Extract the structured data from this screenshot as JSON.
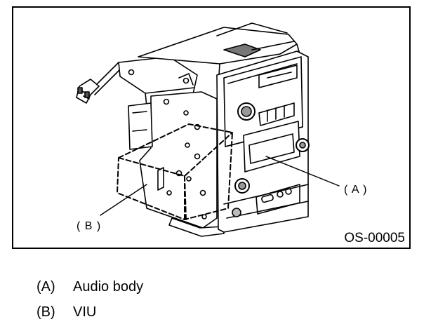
{
  "figure": {
    "callout_a": "( A )",
    "callout_b": "( B )",
    "code": "OS-00005"
  },
  "legend": [
    {
      "key": "(A)",
      "text": "Audio body"
    },
    {
      "key": "(B)",
      "text": "VIU"
    }
  ]
}
